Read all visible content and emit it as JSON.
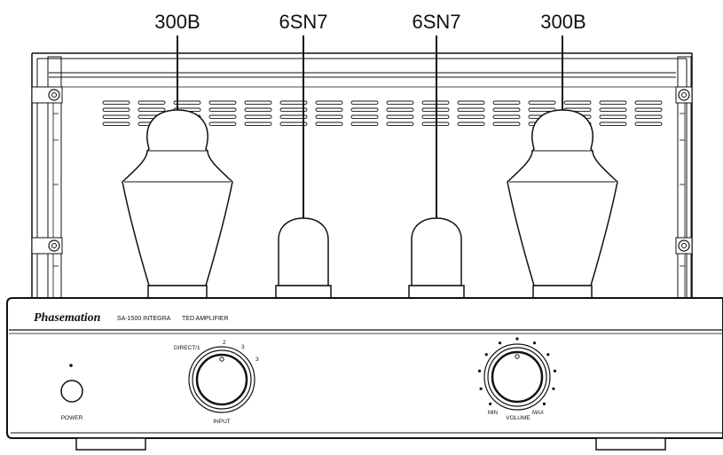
{
  "callouts": {
    "left_power_tube": "300B",
    "left_driver_tube": "6SN7",
    "right_driver_tube": "6SN7",
    "right_power_tube": "300B"
  },
  "front_panel": {
    "brand": "Phasemation",
    "model": "SA-1500 INTEGRA",
    "type": "TED AMPLIFIER",
    "power_label": "POWER",
    "input_label": "INPUT",
    "input_positions": [
      "DIRECT/1",
      "2",
      "3"
    ],
    "volume_label": "VOLUME",
    "volume_min": "MIN",
    "volume_max": "MAX"
  }
}
